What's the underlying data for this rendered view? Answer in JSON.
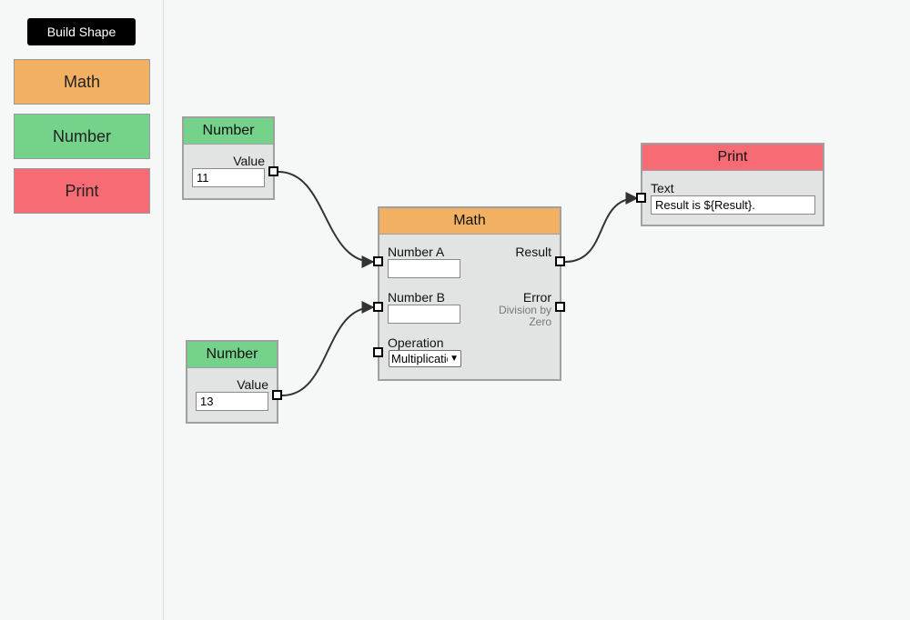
{
  "sidebar": {
    "build_label": "Build Shape",
    "palette": [
      {
        "label": "Math",
        "color": "#f2b063"
      },
      {
        "label": "Number",
        "color": "#74d28a"
      },
      {
        "label": "Print",
        "color": "#f76b75"
      }
    ]
  },
  "nodes": {
    "number1": {
      "title": "Number",
      "output_label": "Value",
      "value": "11"
    },
    "number2": {
      "title": "Number",
      "output_label": "Value",
      "value": "13"
    },
    "math": {
      "title": "Math",
      "input_a_label": "Number A",
      "input_a_value": "",
      "input_b_label": "Number B",
      "input_b_value": "",
      "operation_label": "Operation",
      "operation_value": "Multiplication",
      "result_label": "Result",
      "error_label": "Error",
      "error_message": "Division by Zero"
    },
    "print": {
      "title": "Print",
      "text_label": "Text",
      "text_value": "Result is ${Result}."
    }
  },
  "colors": {
    "math": "#f2b063",
    "number": "#74d28a",
    "print": "#f76b75"
  }
}
